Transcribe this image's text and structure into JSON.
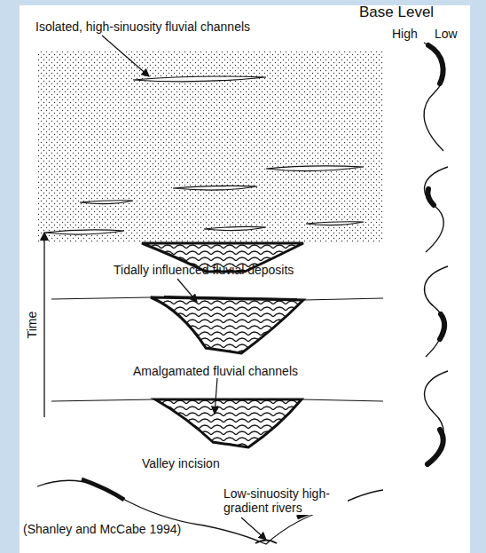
{
  "diagram": {
    "caption": "(Shanley and McCabe 1994)",
    "labels": [
      "Base Level",
      "High",
      "Low",
      "Isolated, high-sinuosity fluvial channels",
      "Tidally influenced fluvial deposits",
      "Amalgamated fluvial channels",
      "Valley incision",
      "Low-sinuosity high-gradient rivers",
      "Time"
    ]
  }
}
